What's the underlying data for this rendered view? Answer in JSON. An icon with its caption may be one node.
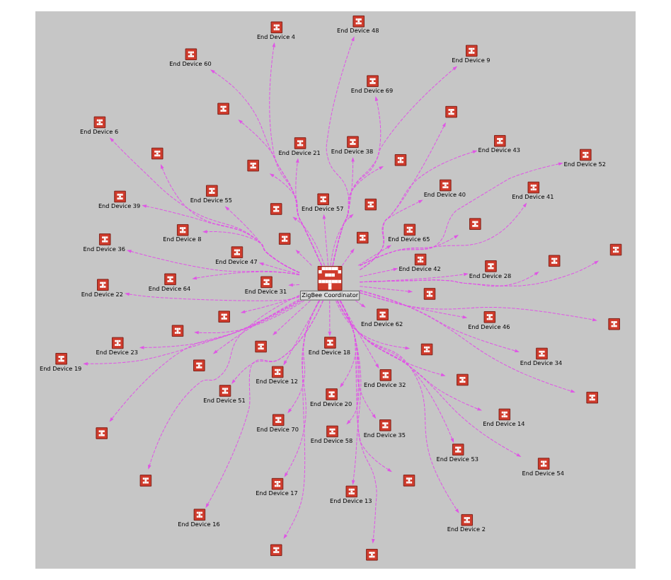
{
  "diagram": {
    "nodes": [
      {
        "text": [
          "ZigBee Coordinator"
        ]
      },
      {
        "text": [],
        "shape": "picture",
        "beside": [
          "End Device 62"
        ]
      },
      {
        "text": [],
        "shape": "picture",
        "beside": [
          "End Device 58"
        ]
      },
      {
        "text": [],
        "shape": "picture"
      },
      {
        "text": [],
        "shape": "picture",
        "beside": [
          "End Device 54"
        ]
      },
      {
        "text": [],
        "shape": "picture"
      },
      {
        "text": [],
        "shape": "picture",
        "beside": [
          "End Device 51"
        ]
      },
      {
        "text": [],
        "shape": "picture",
        "beside": [
          "End Device 53"
        ]
      },
      {
        "text": [],
        "shape": "picture"
      },
      {
        "text": [],
        "shape": "picture",
        "beside": [
          "End Device 32"
        ]
      },
      {
        "text": [],
        "shape": "picture",
        "beside": [
          "End Device 35"
        ]
      },
      {
        "text": [],
        "shape": "picture",
        "beside": [
          "End Device 22"
        ]
      },
      {
        "text": [],
        "shape": "picture"
      },
      {
        "text": [],
        "shape": "picture",
        "beside": [
          "End Device 42"
        ]
      },
      {
        "text": [],
        "shape": "picture"
      },
      {
        "text": [],
        "shape": "picture"
      },
      {
        "text": [],
        "shape": "picture",
        "beside": [
          "End Device 2"
        ]
      },
      {
        "text": [],
        "shape": "picture",
        "beside": [
          "End Device 47"
        ]
      },
      {
        "text": [],
        "shape": "picture",
        "beside": [
          "End Device 55"
        ]
      },
      {
        "text": [],
        "shape": "picture",
        "beside": [
          "End Device 39"
        ]
      },
      {
        "text": [],
        "shape": "picture"
      },
      {
        "text": [],
        "shape": "picture",
        "beside": [
          "End Device 18"
        ]
      },
      {
        "text": [],
        "shape": "picture"
      },
      {
        "text": [],
        "shape": "picture",
        "beside": [
          "End Device 69"
        ]
      },
      {
        "text": [],
        "shape": "picture",
        "beside": [
          "End Device 4"
        ]
      },
      {
        "text": [],
        "shape": "picture",
        "beside": [
          "End Device 20"
        ]
      },
      {
        "text": [],
        "shape": "picture"
      },
      {
        "text": [],
        "shape": "picture",
        "beside": [
          "End Device 36"
        ]
      },
      {
        "text": [],
        "shape": "picture",
        "beside": [
          "End Device 16"
        ]
      },
      {
        "text": [],
        "shape": "picture"
      },
      {
        "text": [],
        "shape": "picture",
        "beside": [
          "End Device 38"
        ]
      },
      {
        "text": [],
        "shape": "picture",
        "beside": [
          "End Device 34"
        ]
      },
      {
        "text": [],
        "shape": "picture"
      },
      {
        "text": [],
        "shape": "picture",
        "beside": [
          "End Device 31"
        ]
      },
      {
        "text": [],
        "shape": "picture",
        "beside": [
          "End Device 40"
        ]
      },
      {
        "text": [],
        "shape": "picture",
        "beside": [
          "End Device 13"
        ]
      },
      {
        "text": [],
        "shape": "picture",
        "beside": [
          "End Device 9"
        ]
      },
      {
        "text": [],
        "shape": "picture",
        "beside": [
          "End Device 65"
        ]
      },
      {
        "text": [],
        "shape": "picture",
        "beside": [
          "End Device 64"
        ]
      },
      {
        "text": [],
        "shape": "picture",
        "beside": [
          "End Device 23"
        ]
      },
      {
        "text": [],
        "shape": "picture",
        "beside": [
          "End Device 60"
        ]
      },
      {
        "text": [],
        "shape": "picture"
      },
      {
        "text": [],
        "shape": "picture",
        "beside": [
          "End Device 8"
        ]
      },
      {
        "text": [],
        "shape": "picture"
      },
      {
        "text": [],
        "shape": "picture"
      },
      {
        "text": [],
        "shape": "picture"
      },
      {
        "text": [],
        "shape": "picture"
      },
      {
        "text": [],
        "shape": "picture",
        "beside": [
          "End Device 14"
        ]
      },
      {
        "text": [],
        "shape": "picture",
        "beside": [
          "End Device 52"
        ]
      },
      {
        "text": [],
        "shape": "picture"
      },
      {
        "text": [],
        "shape": "picture"
      },
      {
        "text": [],
        "shape": "picture",
        "beside": [
          "End Device 41"
        ]
      },
      {
        "text": [],
        "shape": "picture",
        "beside": [
          "End Device 48"
        ]
      },
      {
        "text": [],
        "shape": "picture"
      },
      {
        "text": [],
        "shape": "picture",
        "beside": [
          "End Device 21"
        ]
      },
      {
        "text": [],
        "shape": "picture",
        "beside": [
          "End Device 17"
        ]
      },
      {
        "text": [],
        "shape": "picture",
        "beside": [
          "End Device 19"
        ]
      },
      {
        "text": [],
        "shape": "picture"
      },
      {
        "text": [],
        "shape": "picture",
        "beside": [
          "End Device 28"
        ]
      },
      {
        "text": [],
        "shape": "picture"
      },
      {
        "text": [],
        "shape": "picture",
        "beside": [
          "End Device 6"
        ]
      },
      {
        "text": [],
        "shape": "picture",
        "beside": [
          "End Device 57"
        ]
      },
      {
        "text": [],
        "shape": "picture"
      },
      {
        "text": [],
        "shape": "picture"
      },
      {
        "text": [],
        "shape": "picture"
      },
      {
        "text": [],
        "shape": "picture",
        "beside": [
          "End Device 12"
        ]
      },
      {
        "text": [],
        "shape": "picture",
        "beside": [
          "End Device 46"
        ]
      },
      {
        "text": [],
        "shape": "picture",
        "beside": [
          "End Device 43"
        ]
      },
      {
        "text": [],
        "shape": "picture"
      },
      {
        "text": [],
        "shape": "picture"
      },
      {
        "text": [],
        "shape": "picture",
        "beside": [
          "End Device 70"
        ]
      }
    ],
    "edges": [
      {
        "from": 0,
        "to": 1,
        "arrow": "to",
        "style": "dashed"
      },
      {
        "from": 0,
        "to": 2,
        "arrow": "to",
        "style": "dashed"
      },
      {
        "from": 0,
        "to": 3,
        "arrow": "to",
        "style": "dashed"
      },
      {
        "from": 0,
        "to": 4,
        "arrow": "to",
        "style": "dashed"
      },
      {
        "from": 0,
        "to": 5,
        "arrow": "to",
        "style": "dashed"
      },
      {
        "from": 0,
        "to": 6,
        "arrow": "to",
        "style": "dashed"
      },
      {
        "from": 0,
        "to": 7,
        "arrow": "to",
        "style": "dashed"
      },
      {
        "from": 0,
        "to": 8,
        "arrow": "to",
        "style": "dashed"
      },
      {
        "from": 0,
        "to": 9,
        "arrow": "to",
        "style": "dashed"
      },
      {
        "from": 0,
        "to": 10,
        "arrow": "to",
        "style": "dashed"
      },
      {
        "from": 0,
        "to": 11,
        "arrow": "to",
        "style": "dashed"
      },
      {
        "from": 0,
        "to": 12,
        "arrow": "to",
        "style": "dashed"
      },
      {
        "from": 0,
        "to": 13,
        "arrow": "to",
        "style": "dashed"
      },
      {
        "from": 0,
        "to": 14,
        "arrow": "to",
        "style": "dashed"
      },
      {
        "from": 0,
        "to": 15,
        "arrow": "to",
        "style": "dashed"
      },
      {
        "from": 0,
        "to": 16,
        "arrow": "to",
        "style": "dashed"
      },
      {
        "from": 0,
        "to": 17,
        "arrow": "to",
        "style": "dashed"
      },
      {
        "from": 0,
        "to": 18,
        "arrow": "to",
        "style": "dashed"
      },
      {
        "from": 0,
        "to": 19,
        "arrow": "to",
        "style": "dashed"
      },
      {
        "from": 0,
        "to": 20,
        "arrow": "to",
        "style": "dashed"
      },
      {
        "from": 0,
        "to": 21,
        "arrow": "to",
        "style": "dashed"
      },
      {
        "from": 0,
        "to": 22,
        "arrow": "to",
        "style": "dashed"
      },
      {
        "from": 0,
        "to": 23,
        "arrow": "to",
        "style": "dashed"
      },
      {
        "from": 0,
        "to": 24,
        "arrow": "to",
        "style": "dashed"
      },
      {
        "from": 0,
        "to": 25,
        "arrow": "to",
        "style": "dashed"
      },
      {
        "from": 0,
        "to": 26,
        "arrow": "to",
        "style": "dashed"
      },
      {
        "from": 0,
        "to": 27,
        "arrow": "to",
        "style": "dashed"
      },
      {
        "from": 0,
        "to": 28,
        "arrow": "to",
        "style": "dashed"
      },
      {
        "from": 0,
        "to": 29,
        "arrow": "to",
        "style": "dashed"
      },
      {
        "from": 0,
        "to": 30,
        "arrow": "to",
        "style": "dashed"
      },
      {
        "from": 0,
        "to": 31,
        "arrow": "to",
        "style": "dashed"
      },
      {
        "from": 0,
        "to": 32,
        "arrow": "to",
        "style": "dashed"
      },
      {
        "from": 0,
        "to": 33,
        "arrow": "to",
        "style": "dashed"
      },
      {
        "from": 0,
        "to": 34,
        "arrow": "to",
        "style": "dashed"
      },
      {
        "from": 0,
        "to": 35,
        "arrow": "to",
        "style": "dashed"
      },
      {
        "from": 0,
        "to": 36,
        "arrow": "to",
        "style": "dashed"
      },
      {
        "from": 0,
        "to": 37,
        "arrow": "to",
        "style": "dashed"
      },
      {
        "from": 0,
        "to": 38,
        "arrow": "to",
        "style": "dashed"
      },
      {
        "from": 0,
        "to": 39,
        "arrow": "to",
        "style": "dashed"
      },
      {
        "from": 0,
        "to": 40,
        "arrow": "to",
        "style": "dashed"
      },
      {
        "from": 0,
        "to": 41,
        "arrow": "to",
        "style": "dashed"
      },
      {
        "from": 0,
        "to": 42,
        "arrow": "to",
        "style": "dashed"
      },
      {
        "from": 0,
        "to": 43,
        "arrow": "to",
        "style": "dashed"
      },
      {
        "from": 0,
        "to": 44,
        "arrow": "to",
        "style": "dashed"
      },
      {
        "from": 0,
        "to": 45,
        "arrow": "to",
        "style": "dashed"
      },
      {
        "from": 0,
        "to": 46,
        "arrow": "to",
        "style": "dashed"
      },
      {
        "from": 0,
        "to": 47,
        "arrow": "to",
        "style": "dashed"
      },
      {
        "from": 0,
        "to": 48,
        "arrow": "to",
        "style": "dashed"
      },
      {
        "from": 0,
        "to": 49,
        "arrow": "to",
        "style": "dashed"
      },
      {
        "from": 0,
        "to": 50,
        "arrow": "to",
        "style": "dashed"
      },
      {
        "from": 0,
        "to": 51,
        "arrow": "to",
        "style": "dashed"
      },
      {
        "from": 0,
        "to": 52,
        "arrow": "to",
        "style": "dashed"
      },
      {
        "from": 0,
        "to": 53,
        "arrow": "to",
        "style": "dashed"
      },
      {
        "from": 0,
        "to": 54,
        "arrow": "to",
        "style": "dashed"
      },
      {
        "from": 0,
        "to": 55,
        "arrow": "to",
        "style": "dashed"
      },
      {
        "from": 0,
        "to": 56,
        "arrow": "to",
        "style": "dashed"
      },
      {
        "from": 0,
        "to": 57,
        "arrow": "to",
        "style": "dashed"
      },
      {
        "from": 0,
        "to": 58,
        "arrow": "to",
        "style": "dashed"
      },
      {
        "from": 0,
        "to": 59,
        "arrow": "to",
        "style": "dashed"
      },
      {
        "from": 0,
        "to": 60,
        "arrow": "to",
        "style": "dashed"
      },
      {
        "from": 0,
        "to": 61,
        "arrow": "to",
        "style": "dashed"
      },
      {
        "from": 0,
        "to": 62,
        "arrow": "to",
        "style": "dashed"
      },
      {
        "from": 0,
        "to": 63,
        "arrow": "to",
        "style": "dashed"
      },
      {
        "from": 0,
        "to": 64,
        "arrow": "to",
        "style": "dashed"
      },
      {
        "from": 0,
        "to": 65,
        "arrow": "to",
        "style": "dashed"
      },
      {
        "from": 0,
        "to": 66,
        "arrow": "to",
        "style": "dashed"
      },
      {
        "from": 0,
        "to": 67,
        "arrow": "to",
        "style": "dashed"
      },
      {
        "from": 0,
        "to": 68,
        "arrow": "to",
        "style": "dashed"
      },
      {
        "from": 0,
        "to": 69,
        "arrow": "to",
        "style": "dashed"
      },
      {
        "from": 0,
        "to": 70,
        "arrow": "to",
        "style": "dashed"
      }
    ]
  }
}
